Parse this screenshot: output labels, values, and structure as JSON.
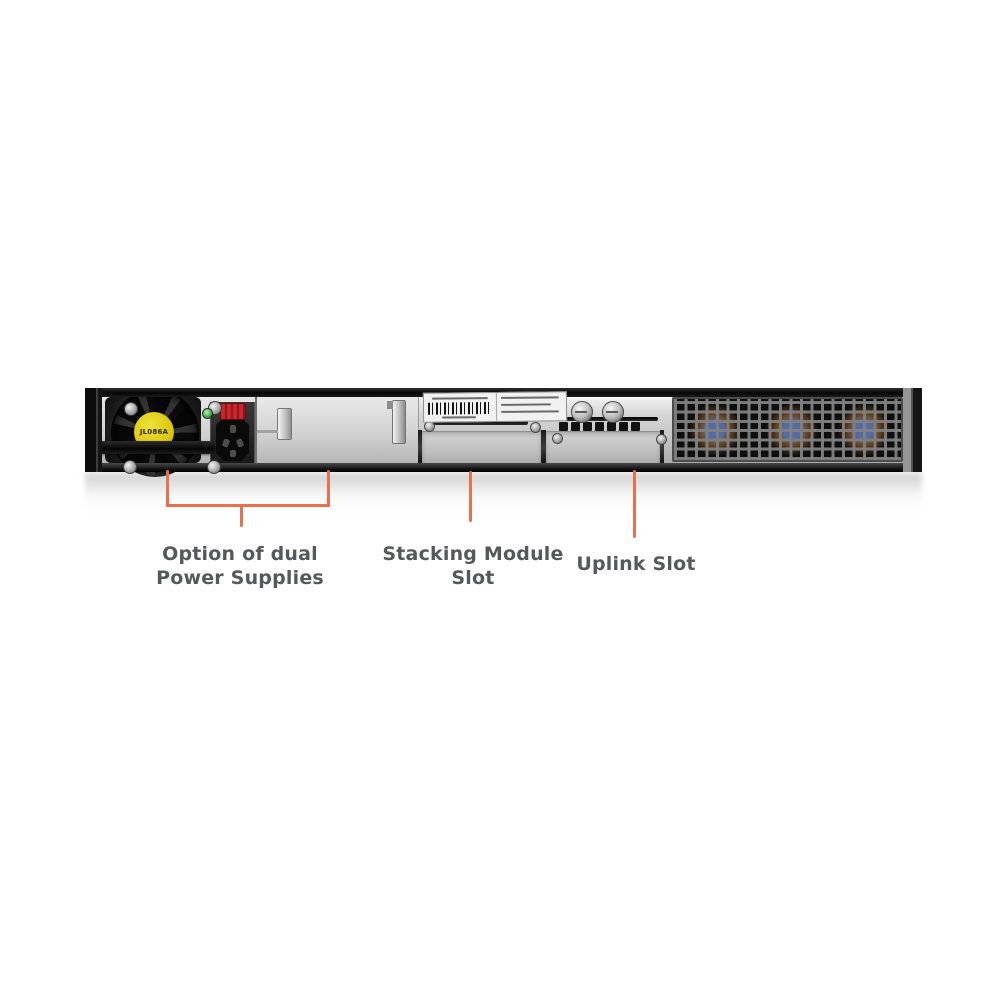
{
  "device": {
    "fan_module_label": "JL086A"
  },
  "callouts": [
    {
      "id": "dual-power-supplies",
      "line1": "Option of dual",
      "line2": "Power Supplies"
    },
    {
      "id": "stacking-module-slot",
      "line1": "Stacking Module",
      "line2": "Slot"
    },
    {
      "id": "uplink-slot",
      "line1": "Uplink Slot"
    }
  ],
  "colors": {
    "callout_line": "#e4724c",
    "label_text": "#57585a",
    "fan_label_yellow": "#dcc70d",
    "led_green": "#46b14b",
    "retainer_clip_red": "#c9252d",
    "chassis_silver": "#c9c9c9"
  }
}
